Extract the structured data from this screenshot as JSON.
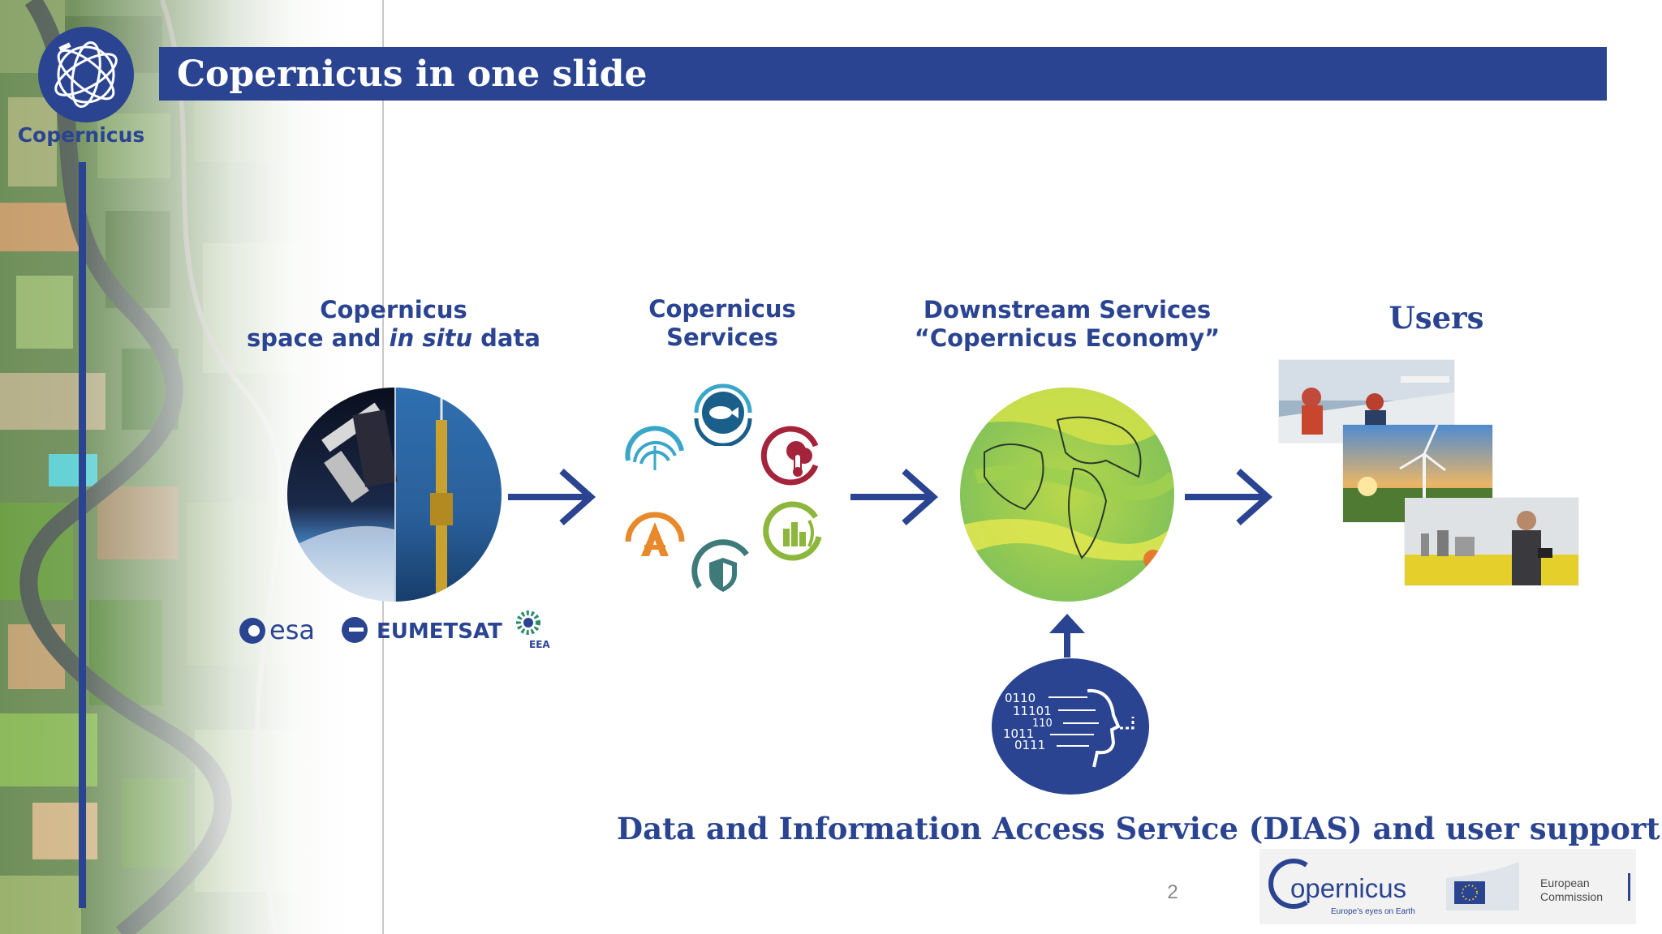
{
  "slide": {
    "title": "Copernicus in one slide",
    "page_number": "2"
  },
  "logo": {
    "label": "Copernicus",
    "icon": "satellite-globe-icon"
  },
  "columns": {
    "data": {
      "line1": "Copernicus",
      "line2_prefix": "space and ",
      "line2_italic": "in situ",
      "line2_suffix": " data"
    },
    "services": {
      "line1": "Copernicus",
      "line2": "Services"
    },
    "downstream": {
      "line1": "Downstream Services",
      "line2": "“Copernicus Economy”"
    },
    "users": {
      "label": "Users"
    }
  },
  "agencies": {
    "esa": "esa",
    "eumetsat": "EUMETSAT",
    "eea": "EEA"
  },
  "service_icons": [
    "marine-fish-icon",
    "atmosphere-globe-icon",
    "climate-thermometer-icon",
    "emergency-icon",
    "land-icon",
    "security-shield-icon"
  ],
  "dias": {
    "caption": "Data and Information Access Service (DIAS) and user support",
    "binary": [
      "0110",
      "11101",
      "110",
      "1011",
      "0111"
    ]
  },
  "footer": {
    "copernicus_logo": "opernicus",
    "copernicus_tagline": "Europe’s eyes on Earth",
    "ec_line1": "European",
    "ec_line2": "Commission"
  },
  "colors": {
    "brand_blue": "#2a4491",
    "marine": "#1a5f8a",
    "atmosphere": "#3aa6c8",
    "climate": "#a4243b",
    "emergency": "#e8892b",
    "land": "#8cb63c",
    "security": "#3e7a7a"
  }
}
